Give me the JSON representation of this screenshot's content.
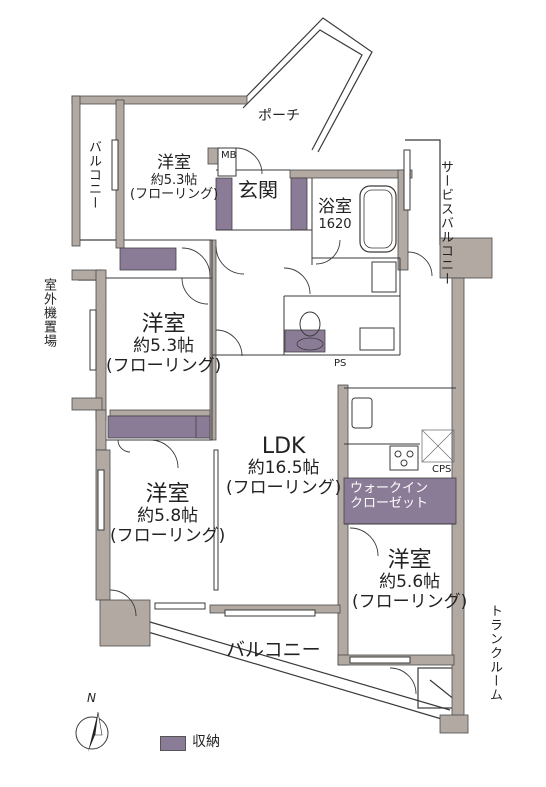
{
  "rooms": {
    "western_nw": {
      "name": "洋室",
      "size": "約5.3帖",
      "floor": "(フローリング)"
    },
    "western_w": {
      "name": "洋室",
      "size": "約5.3帖",
      "floor": "(フローリング)"
    },
    "western_sw": {
      "name": "洋室",
      "size": "約5.8帖",
      "floor": "(フローリング)"
    },
    "western_se": {
      "name": "洋室",
      "size": "約5.6帖",
      "floor": "(フローリング)"
    },
    "ldk": {
      "name": "LDK",
      "size": "約16.5帖",
      "floor": "(フローリング)"
    },
    "entrance": "玄関",
    "bath": {
      "name": "浴室",
      "size": "1620"
    },
    "walk_in_closet": {
      "line1": "ウォークイン",
      "line2": "クローゼット"
    }
  },
  "labels": {
    "porch": "ポーチ",
    "balcony_north": "バルコニー",
    "balcony_south": "バルコニー",
    "service_balcony": "サービスバルコニー",
    "outdoor_unit": "室外機置場",
    "trunk_room": "トランクルーム",
    "mb": "MB",
    "ps": "PS",
    "cps": "CPS"
  },
  "legend": {
    "label": "収納",
    "color": "#8a7b97"
  },
  "compass": {
    "letter": "N"
  },
  "colors": {
    "wall": "#b3a9a3",
    "storage": "#8a7b97",
    "line": "#3a3a3a"
  }
}
